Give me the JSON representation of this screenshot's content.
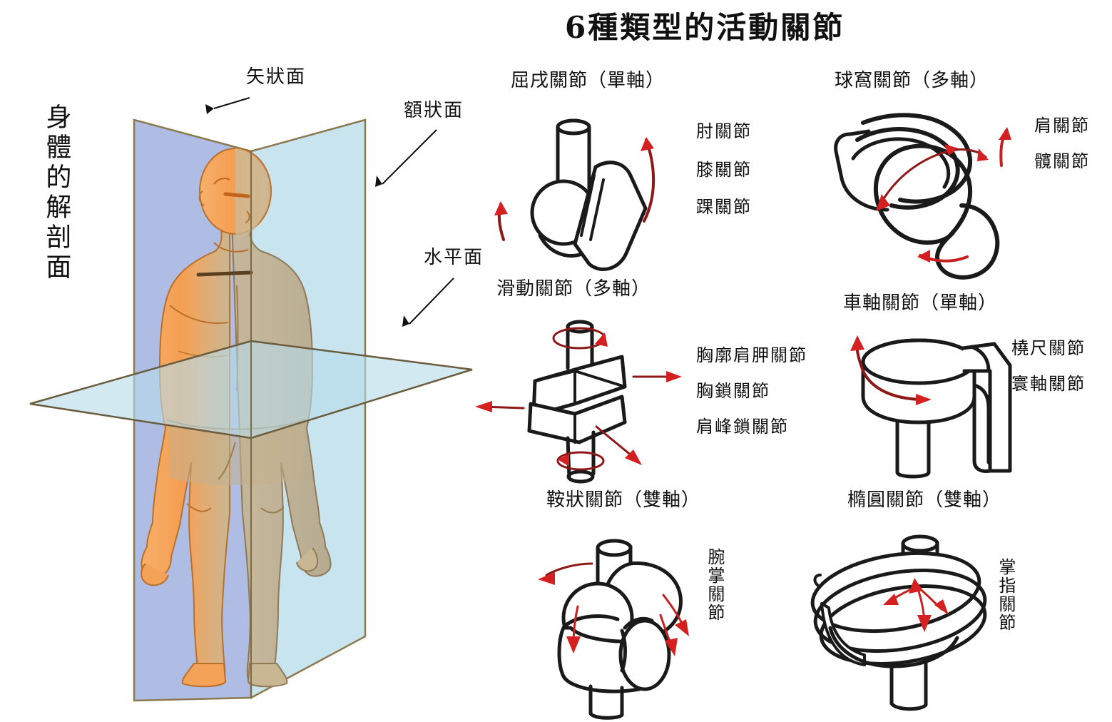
{
  "title": "6種類型的活動關節",
  "anatomy": {
    "side_label": "身體的解剖面",
    "planes": [
      {
        "id": "sagittal",
        "label": "矢狀面"
      },
      {
        "id": "frontal",
        "label": "額狀面"
      },
      {
        "id": "horizontal",
        "label": "水平面"
      }
    ]
  },
  "joints": [
    {
      "id": "hinge",
      "heading": "屈戌關節（單軸）",
      "axis": "單軸",
      "examples": [
        "肘關節",
        "膝關節",
        "踝關節"
      ]
    },
    {
      "id": "ball-and-socket",
      "heading": "球窩關節（多軸）",
      "axis": "多軸",
      "examples": [
        "肩關節",
        "髖關節"
      ]
    },
    {
      "id": "gliding",
      "heading": "滑動關節（多軸）",
      "axis": "多軸",
      "examples": [
        "胸廓肩胛關節",
        "胸鎖關節",
        "肩峰鎖關節"
      ]
    },
    {
      "id": "pivot",
      "heading": "車軸關節（單軸）",
      "axis": "單軸",
      "examples": [
        "橈尺關節",
        "寰軸關節"
      ]
    },
    {
      "id": "saddle",
      "heading": "鞍狀關節（雙軸）",
      "axis": "雙軸",
      "examples": [
        "腕掌關節"
      ]
    },
    {
      "id": "ellipsoid",
      "heading": "橢圓關節（雙軸）",
      "axis": "雙軸",
      "examples": [
        "掌指關節"
      ]
    }
  ],
  "colors": {
    "ink": "#1a1a1a",
    "motion_arrow": "#c62020",
    "sagittal_plane": "#a8b6e2",
    "frontal_plane": "#b8dcea",
    "horizontal_plane": "#b8dcea",
    "plane_edge": "#8b7a50",
    "skin": "#f5a55a",
    "skin_shadow": "#bfae8e"
  }
}
